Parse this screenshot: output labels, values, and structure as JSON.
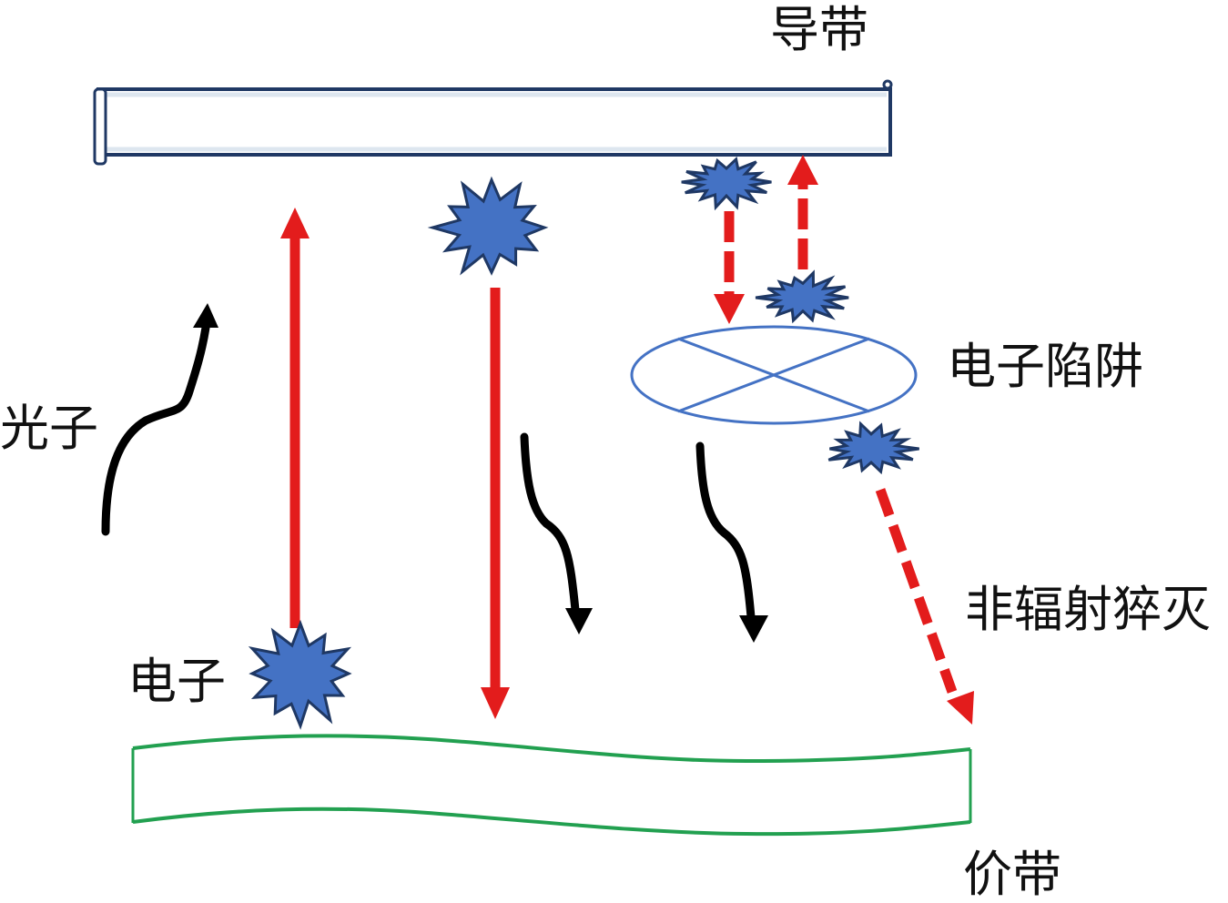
{
  "title": "Electron transition band diagram",
  "labels": {
    "conduction_band": "导带",
    "valence_band": "价带",
    "photon": "光子",
    "electron": "电子",
    "electron_trap": "电子陷阱",
    "non_radiative_annihilation": "非辐射猝灭"
  },
  "colors": {
    "conduction_band_stroke": "#1f3864",
    "conduction_band_inner": "#dde6ef",
    "valence_band_stroke": "#22a050",
    "electron_fill": "#4472c4",
    "electron_stroke": "#1f3864",
    "transition_arrow": "#e31c1c",
    "photon_arrow": "#000000",
    "trap_stroke": "#4472c4"
  },
  "elements": {
    "transitions": [
      {
        "id": "excitation",
        "direction": "up",
        "style": "solid",
        "from": "valence_band",
        "to": "conduction_band"
      },
      {
        "id": "radiative-recombination",
        "direction": "down",
        "style": "solid",
        "from": "conduction_band",
        "to": "valence_band"
      },
      {
        "id": "trap-capture",
        "direction": "down",
        "style": "dashed",
        "from": "conduction_band",
        "to": "electron_trap"
      },
      {
        "id": "trap-release",
        "direction": "up",
        "style": "dashed",
        "from": "electron_trap",
        "to": "conduction_band"
      },
      {
        "id": "non-radiative",
        "direction": "down-right",
        "style": "dashed",
        "from": "electron_trap",
        "to": "valence_band"
      }
    ],
    "photons": [
      {
        "id": "absorbed-photon",
        "direction": "up"
      },
      {
        "id": "emitted-photon-1",
        "direction": "down"
      },
      {
        "id": "emitted-photon-2",
        "direction": "down"
      }
    ],
    "electron_count": 5
  }
}
